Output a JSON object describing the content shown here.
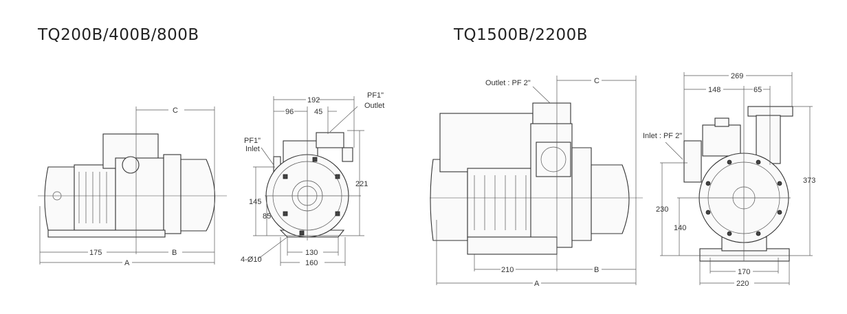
{
  "titles": {
    "left": "TQ200B/400B/800B",
    "right": "TQ1500B/2200B"
  },
  "left_side": {
    "c": "C",
    "d175": "175",
    "b": "B",
    "a": "A"
  },
  "left_front": {
    "d192": "192",
    "d96": "96",
    "d45": "45",
    "outlet_size": "PF1\"",
    "outlet": "Outlet",
    "inlet_size": "PF1\"",
    "inlet": "Inlet",
    "d221": "221",
    "d145": "145",
    "d85": "85",
    "holes": "4-Ø10",
    "d130": "130",
    "d160": "160"
  },
  "right_side": {
    "outlet": "Outlet : PF 2\"",
    "c": "C",
    "d210": "210",
    "b": "B",
    "a": "A"
  },
  "right_front": {
    "d269": "269",
    "d148": "148",
    "d65": "65",
    "inlet": "Inlet : PF 2\"",
    "d373": "373",
    "d230": "230",
    "d140": "140",
    "d170": "170",
    "d220": "220"
  }
}
